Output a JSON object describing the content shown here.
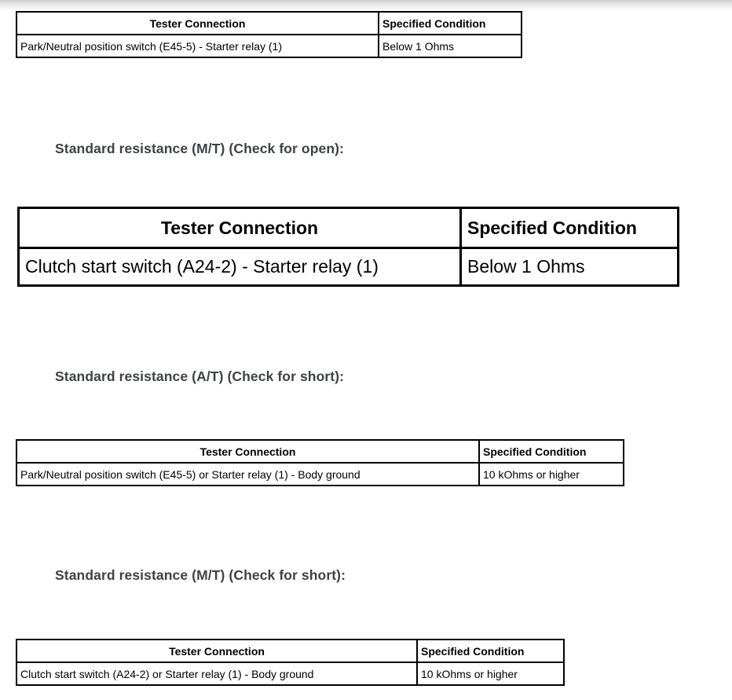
{
  "headings": {
    "mt_open": "Standard resistance (M/T) (Check for open):",
    "at_short": "Standard resistance (A/T) (Check for short):",
    "mt_short": "Standard resistance (M/T) (Check for short):"
  },
  "tables": {
    "at_open": {
      "headers": [
        "Tester Connection",
        "Specified Condition"
      ],
      "rows": [
        [
          "Park/Neutral position switch (E45-5) - Starter relay (1)",
          "Below 1 Ohms"
        ]
      ]
    },
    "mt_open": {
      "headers": [
        "Tester Connection",
        "Specified Condition"
      ],
      "rows": [
        [
          "Clutch start switch (A24-2) - Starter relay (1)",
          "Below 1 Ohms"
        ]
      ]
    },
    "at_short": {
      "headers": [
        "Tester Connection",
        "Specified Condition"
      ],
      "rows": [
        [
          "Park/Neutral position switch (E45-5) or Starter relay (1) - Body ground",
          "10 kOhms or higher"
        ]
      ]
    },
    "mt_short": {
      "headers": [
        "Tester Connection",
        "Specified Condition"
      ],
      "rows": [
        [
          "Clutch start switch (A24-2) or Starter relay (1) - Body ground",
          "10 kOhms or higher"
        ]
      ]
    }
  },
  "colors": {
    "background": "#ffffff",
    "table_border": "#000000",
    "table_text": "#000000",
    "heading_text": "#3f4245",
    "top_shadow": "#cfcfcf"
  }
}
